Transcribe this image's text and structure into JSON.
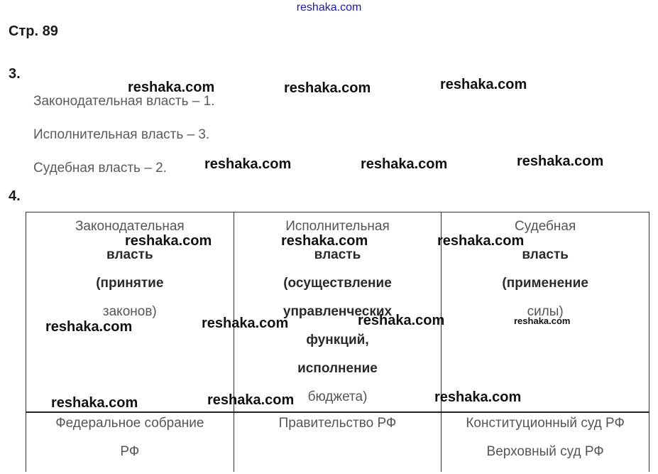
{
  "site": "reshaka.com",
  "page_heading": "Стр. 89",
  "task3": {
    "number": "3.",
    "lines": [
      "Законодательная власть – 1.",
      "Исполнительная власть – 3.",
      "Судебная власть – 2."
    ]
  },
  "task4": {
    "number": "4.",
    "columns": [
      {
        "lines": [
          {
            "text": "Законодательная",
            "style": "light"
          },
          {
            "text": "власть",
            "style": "bold"
          },
          {
            "text": "(принятие",
            "style": "bold"
          },
          {
            "text": "законов)",
            "style": "light"
          }
        ],
        "body": [
          "Федеральное собрание",
          "РФ"
        ]
      },
      {
        "lines": [
          {
            "text": "Исполнительная",
            "style": "light"
          },
          {
            "text": "власть",
            "style": "bold"
          },
          {
            "text": "(осуществление",
            "style": "bold"
          },
          {
            "text": "управленческих",
            "style": "bold"
          },
          {
            "text": "функций,",
            "style": "bold"
          },
          {
            "text": "исполнение",
            "style": "bold"
          },
          {
            "text": "бюджета)",
            "style": "light"
          }
        ],
        "body": [
          "Правительство РФ"
        ]
      },
      {
        "lines": [
          {
            "text": "Судебная",
            "style": "light"
          },
          {
            "text": "власть",
            "style": "bold"
          },
          {
            "text": "(применение",
            "style": "bold"
          },
          {
            "text": "силы)",
            "style": "light"
          }
        ],
        "body": [
          "Конституционный суд РФ",
          "Верховный суд РФ"
        ]
      }
    ]
  },
  "watermark_text": "reshaka.com"
}
